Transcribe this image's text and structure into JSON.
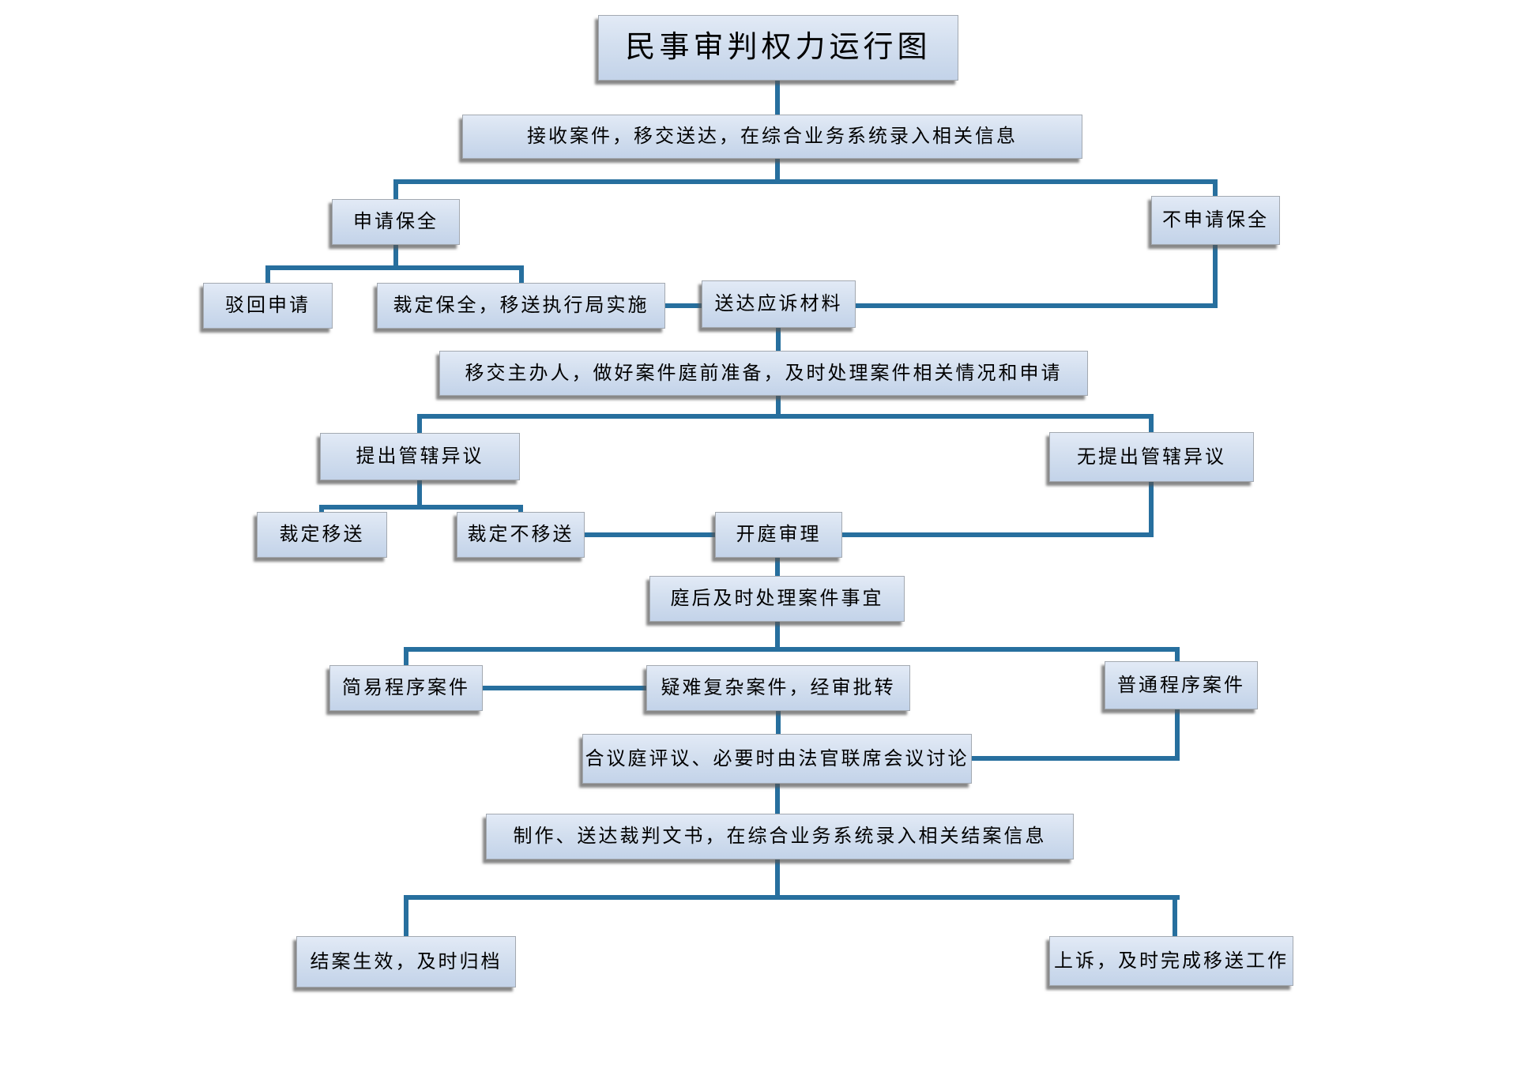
{
  "nodes": {
    "title": {
      "label": "民事审判权力运行图"
    },
    "receive_case": {
      "label": "接收案件，移交送达，在综合业务系统录入相关信息"
    },
    "apply_preservation": {
      "label": "申请保全"
    },
    "no_apply_preservation": {
      "label": "不申请保全"
    },
    "reject_application": {
      "label": "驳回申请"
    },
    "rule_preservation": {
      "label": "裁定保全，移送执行局实施"
    },
    "serve_materials": {
      "label": "送达应诉材料"
    },
    "transfer_handler": {
      "label": "移交主办人，做好案件庭前准备，及时处理案件相关情况和申请"
    },
    "raise_objection": {
      "label": "提出管辖异议"
    },
    "no_objection": {
      "label": "无提出管辖异议"
    },
    "rule_transfer": {
      "label": "裁定移送"
    },
    "rule_no_transfer": {
      "label": "裁定不移送"
    },
    "court_hearing": {
      "label": "开庭审理"
    },
    "post_hearing": {
      "label": "庭后及时处理案件事宜"
    },
    "summary_procedure": {
      "label": "简易程序案件"
    },
    "complex_cases": {
      "label": "疑难复杂案件，经审批转"
    },
    "ordinary_procedure": {
      "label": "普通程序案件"
    },
    "panel_deliberation": {
      "label": "合议庭评议、必要时由法官联席会议讨论"
    },
    "make_documents": {
      "label": "制作、送达裁判文书，在综合业务系统录入相关结案信息"
    },
    "case_closed": {
      "label": "结案生效，及时归档"
    },
    "appeal": {
      "label": "上诉，及时完成移送工作"
    }
  },
  "colors": {
    "connector": "#276f9e",
    "box_fill_top": "#e2eaf6",
    "box_fill_bottom": "#c3d3e9",
    "box_border": "#a3a9b1"
  }
}
